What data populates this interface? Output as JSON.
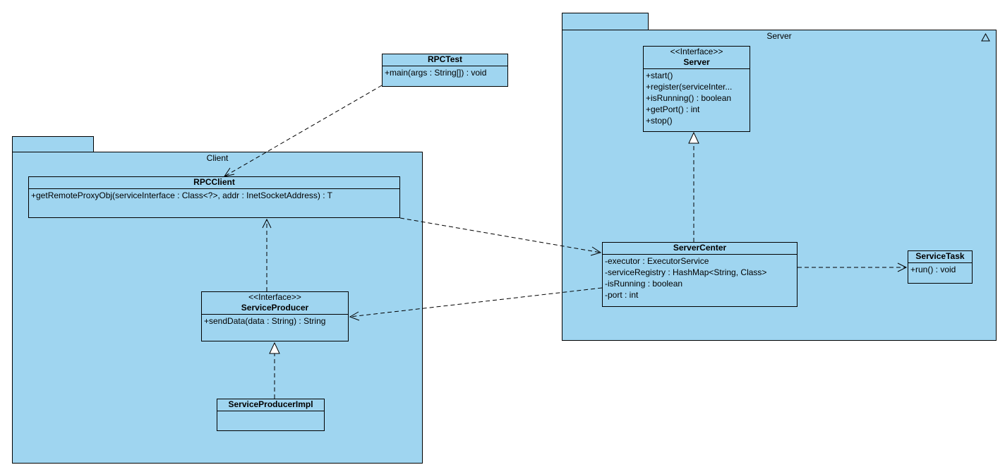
{
  "packages": {
    "client": {
      "name": "Client"
    },
    "server": {
      "name": "Server",
      "icon": "triangle-icon"
    }
  },
  "classes": {
    "rpctest": {
      "name": "RPCTest",
      "operations": [
        "+main(args : String[]) : void"
      ]
    },
    "rpcclient": {
      "name": "RPCClient",
      "operations": [
        "+getRemoteProxyObj(serviceInterface : Class<?>, addr : InetSocketAddress) : T"
      ]
    },
    "serviceproducer": {
      "stereotype": "<<Interface>>",
      "name": "ServiceProducer",
      "operations": [
        "+sendData(data : String) : String"
      ]
    },
    "serviceproducerimpl": {
      "name": "ServiceProducerImpl"
    },
    "server_iface": {
      "stereotype": "<<Interface>>",
      "name": "Server",
      "operations": [
        "+start()",
        "+register(serviceInter...",
        "+isRunning() : boolean",
        "+getPort() : int",
        "+stop()"
      ]
    },
    "servercenter": {
      "name": "ServerCenter",
      "attributes": [
        "-executor : ExecutorService",
        "-serviceRegistry : HashMap<String, Class>",
        "-isRunning : boolean",
        "-port : int"
      ]
    },
    "servicetask": {
      "name": "ServiceTask",
      "operations": [
        "+run() : void"
      ]
    }
  },
  "colors": {
    "fill": "#9fd5f0",
    "line": "#000000"
  }
}
